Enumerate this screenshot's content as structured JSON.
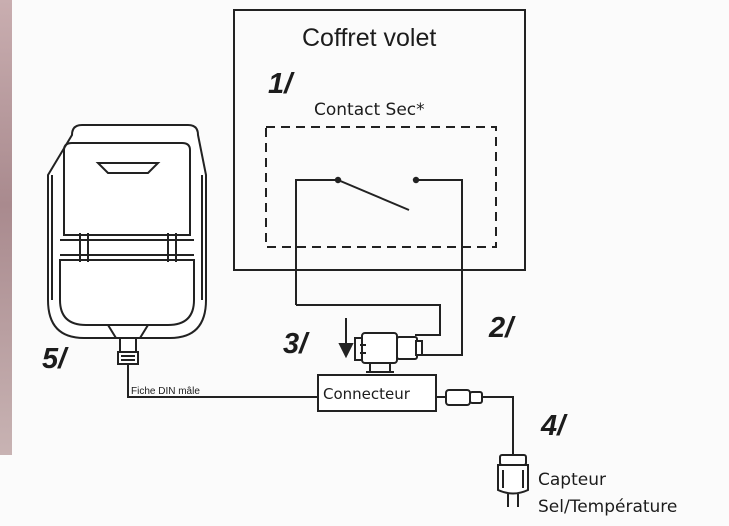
{
  "labels": {
    "coffret": "Coffret volet",
    "contact": "Contact Sec*",
    "num1": "1/",
    "num2": "2/",
    "num3": "3/",
    "num4": "4/",
    "num5": "5/",
    "connecteur": "Connecteur",
    "din": "Fiche DIN mâle",
    "capteur_line1": "Capteur",
    "capteur_line2": "Sel/Température"
  }
}
